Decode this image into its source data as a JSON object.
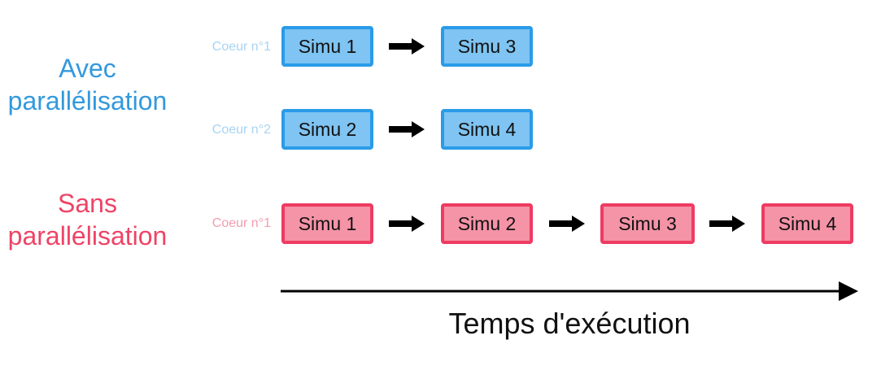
{
  "sections": {
    "with_parallel": {
      "title": "Avec\nparallélisation",
      "rows": [
        {
          "core": "Coeur n°1",
          "tasks": [
            "Simu 1",
            "Simu 3"
          ]
        },
        {
          "core": "Coeur n°2",
          "tasks": [
            "Simu 2",
            "Simu 4"
          ]
        }
      ]
    },
    "without_parallel": {
      "title": "Sans\nparallélisation",
      "rows": [
        {
          "core": "Coeur n°1",
          "tasks": [
            "Simu 1",
            "Simu 2",
            "Simu 3",
            "Simu 4"
          ]
        }
      ]
    }
  },
  "timeline": {
    "label": "Temps d'exécution"
  },
  "colors": {
    "blue_title": "#3399dd",
    "red_title": "#ee4466",
    "blue_box_fill": "#7fc4f2",
    "blue_box_border": "#2a9be8",
    "red_box_fill": "#f593a7",
    "red_box_border": "#ee3b62"
  }
}
